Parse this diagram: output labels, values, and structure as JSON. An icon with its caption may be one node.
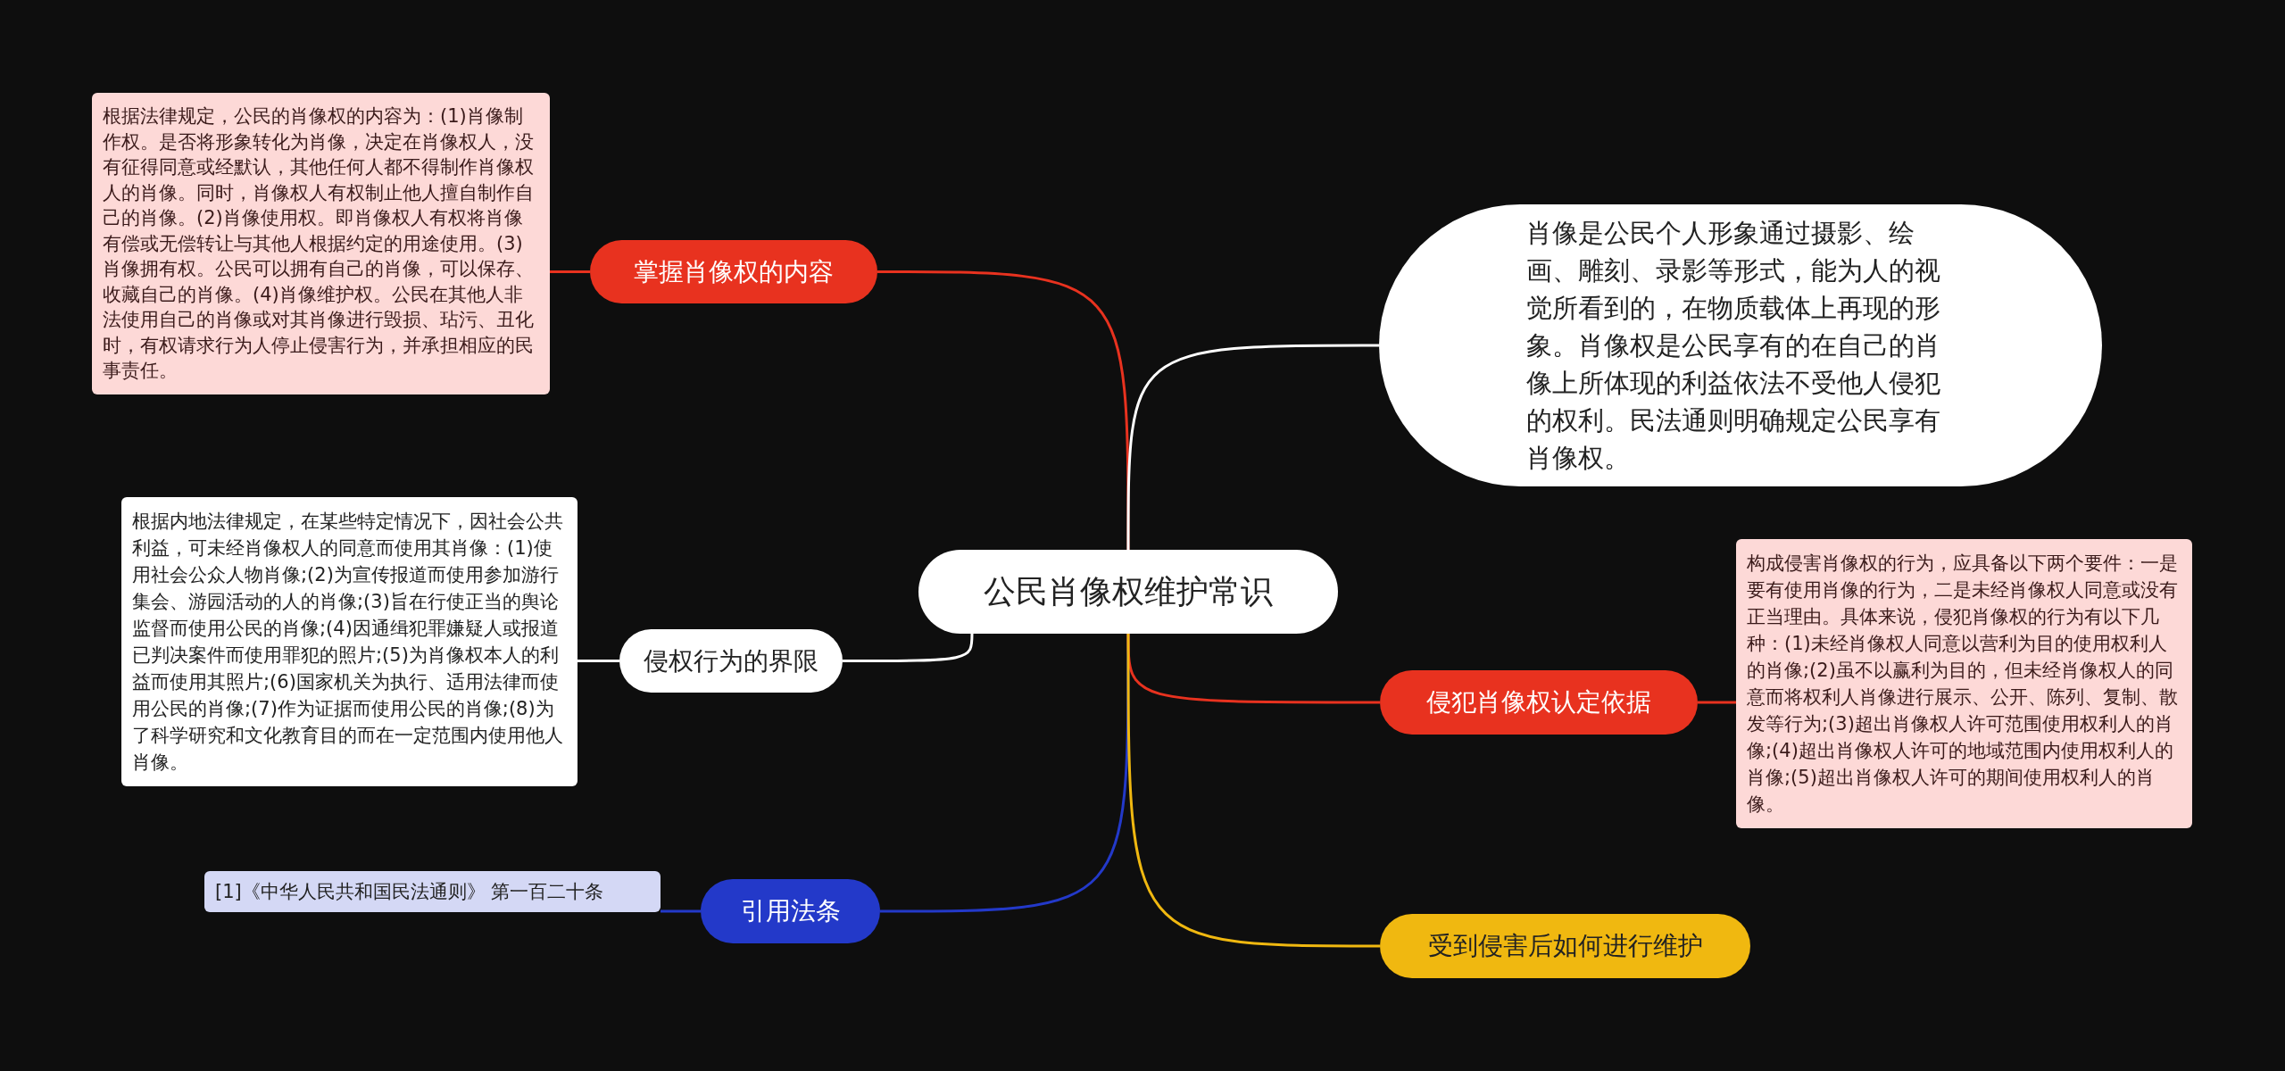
{
  "diagram": {
    "nodes": [
      {
        "text": [
          "公民肖像权维护常识"
        ]
      },
      {
        "text": [
          "掌握肖像权的内容"
        ]
      },
      {
        "text": [
          "根据法律规定，公民的肖像权的内容为：(1)肖像制作权。是否将形象转化为肖像，决定在肖像权人，没有征得同意或经默认，其他任何人都不得制作肖像权人的肖像。同时，肖像权人有权制止他人擅自制作自己的肖像。(2)肖像使用权。即肖像权人有权将肖像有偿或无偿转让与其他人根据约定的用途使用。(3)肖像拥有权。公民可以拥有自己的肖像，可以保存、收藏自己的肖像。(4)肖像维护权。公民在其他人非法使用自己的肖像或对其肖像进行毁损、玷污、丑化时，有权请求行为人停止侵害行为，并承担相应的民事责任。"
        ]
      },
      {
        "text": [
          "侵权行为的界限"
        ]
      },
      {
        "text": [
          "根据内地法律规定，在某些特定情况下，因社会公共利益，可未经肖像权人的同意而使用其肖像：(1)使用社会公众人物肖像;(2)为宣传报道而使用参加游行集会、游园活动的人的肖像;(3)旨在行使正当的舆论监督而使用公民的肖像;(4)因通缉犯罪嫌疑人或报道已判决案件而使用罪犯的照片;(5)为肖像权本人的利益而使用其照片;(6)国家机关为执行、适用法律而使用公民的肖像;(7)作为证据而使用公民的肖像;(8)为了科学研究和文化教育目的而在一定范围内使用他人肖像。"
        ]
      },
      {
        "text": [
          "引用法条"
        ]
      },
      {
        "text": [
          "[1]《中华人民共和国民法通则》 第一百二十条"
        ]
      },
      {
        "text": [
          "肖像是公民个人形象通过摄影、绘画、雕刻、录影等形式，能为人的视觉所看到的，在物质载体上再现的形象。肖像权是公民享有的在自己的肖像上所体现的利益依法不受他人侵犯的权利。民法通则明确规定公民享有肖像权。"
        ]
      },
      {
        "text": [
          "侵犯肖像权认定依据"
        ]
      },
      {
        "text": [
          "构成侵害肖像权的行为，应具备以下两个要件：一是要有使用肖像的行为，二是未经肖像权人同意或没有正当理由。具体来说，侵犯肖像权的行为有以下几种：(1)未经肖像权人同意以营利为目的使用权利人的肖像;(2)虽不以赢利为目的，但未经肖像权人的同意而将权利人肖像进行展示、公开、陈列、复制、散发等行为;(3)超出肖像权人许可范围使用权利人的肖像;(4)超出肖像权人许可的地域范围内使用权利人的肖像;(5)超出肖像权人许可的期间使用权利人的肖像。"
        ]
      },
      {
        "text": [
          "受到侵害后如何进行维护"
        ]
      }
    ],
    "edges": [
      {
        "from": 0,
        "to": 1,
        "arrow": "none",
        "color": "#e8321f"
      },
      {
        "from": 1,
        "to": 2,
        "arrow": "none",
        "color": "#e8321f"
      },
      {
        "from": 0,
        "to": 3,
        "arrow": "none",
        "color": "#ffffff"
      },
      {
        "from": 3,
        "to": 4,
        "arrow": "none",
        "color": "#ffffff"
      },
      {
        "from": 0,
        "to": 5,
        "arrow": "none",
        "color": "#2339c9"
      },
      {
        "from": 5,
        "to": 6,
        "arrow": "none",
        "color": "#2339c9"
      },
      {
        "from": 0,
        "to": 7,
        "arrow": "none",
        "color": "#ffffff"
      },
      {
        "from": 0,
        "to": 8,
        "arrow": "none",
        "color": "#e8321f"
      },
      {
        "from": 8,
        "to": 9,
        "arrow": "none",
        "color": "#e8321f"
      },
      {
        "from": 0,
        "to": 10,
        "arrow": "none",
        "color": "#f0b810"
      }
    ]
  }
}
